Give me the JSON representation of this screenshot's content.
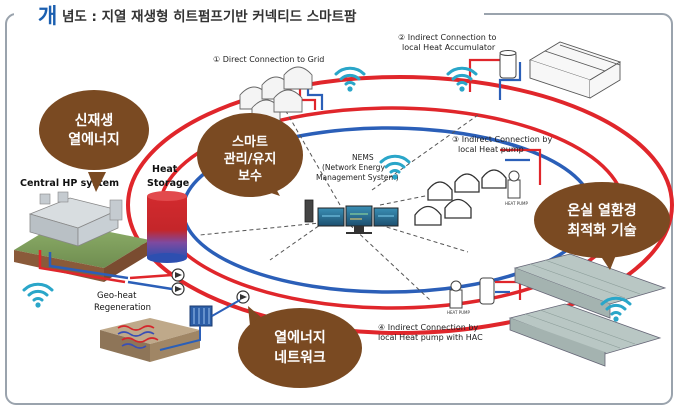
{
  "title": {
    "prefix": "개",
    "rest": "념도 : 지열 재생형 히트펌프기반 커넥티드 스마트팜"
  },
  "callouts": {
    "renewable": [
      "신재생",
      "열에너지"
    ],
    "smart": [
      "스마트",
      "관리/유지",
      "보수"
    ],
    "greenhouse": [
      "온실 열환경",
      "최적화 기술"
    ],
    "network": [
      "열에너지",
      "네트워크"
    ]
  },
  "labels": {
    "central": "Central HP system",
    "heat_storage": [
      "Heat",
      "Storage"
    ],
    "geo_heat": [
      "Geo-heat",
      "Regeneration"
    ],
    "nems": [
      "NEMS",
      "(Network Energy",
      "Management System)"
    ],
    "conn1": "① Direct Connection to Grid",
    "conn2": [
      "② Indirect Connection to",
      "local Heat Accumulator"
    ],
    "conn3": [
      "③ Indirect Connection by",
      "local Heat pump"
    ],
    "conn4": [
      "④ Indirect Connection by",
      "local Heat pump with HAC"
    ],
    "heat_pump_tag": "HEAT PUMP"
  },
  "colors": {
    "hot_pipe": "#e0262b",
    "cold_pipe": "#2b5fb8",
    "callout_brown": "#7a4a22",
    "frame": "#9aa3ad",
    "wifi": "#2aa6c9",
    "title_accent": "#1b5fb0"
  },
  "icons": [
    "wifi-icon",
    "greenhouse-icon",
    "heat-pump-icon",
    "monitor-icon",
    "heat-exchanger-icon",
    "pump-icon"
  ]
}
